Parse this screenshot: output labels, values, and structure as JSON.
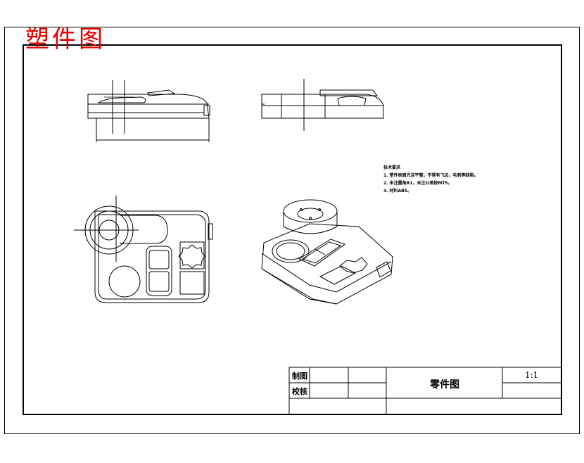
{
  "sheet": {
    "red_title": "塑件图"
  },
  "notes": {
    "heading": "技术要求",
    "items": [
      "1. 塑件表面光洁平整，不得有飞边、毛刺等缺陷。",
      "2. 未注圆角R1，未注公差按MT5。",
      "3. 材料ABS。"
    ]
  },
  "title_block": {
    "drawn_label": "制图",
    "checked_label": "校核",
    "part_name": "零件图",
    "scale": "1:1"
  },
  "colors": {
    "line": "#000000",
    "red": "#e00000"
  }
}
